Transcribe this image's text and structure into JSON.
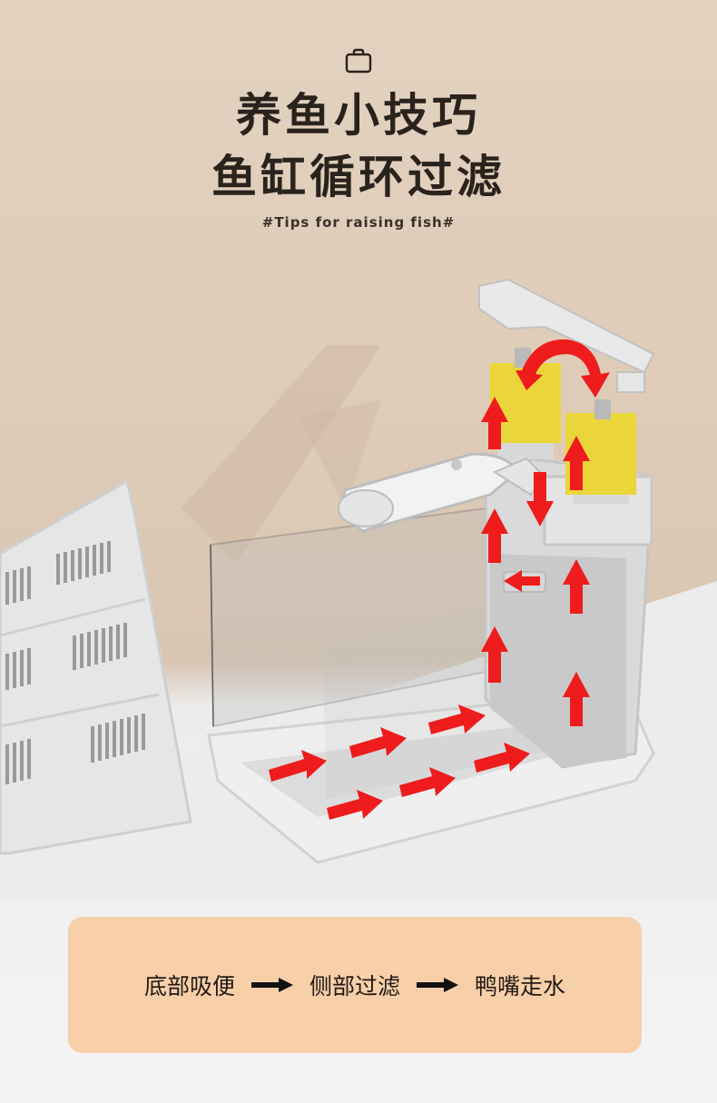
{
  "header": {
    "title_line1": "养鱼小技巧",
    "title_line2": "鱼缸循环过滤",
    "tagline": "#Tips for raising fish#"
  },
  "icons": {
    "top": "shopping-bag-icon",
    "flow_arrow": "arrow-right-icon"
  },
  "flow": {
    "step1": "底部吸便",
    "step2": "侧部过滤",
    "step3": "鸭嘴走水"
  },
  "colors": {
    "panel_bg": "#f7cfa9",
    "flow_arrow_red": "#ee1c1c",
    "sponge_yellow": "#ead63a"
  }
}
